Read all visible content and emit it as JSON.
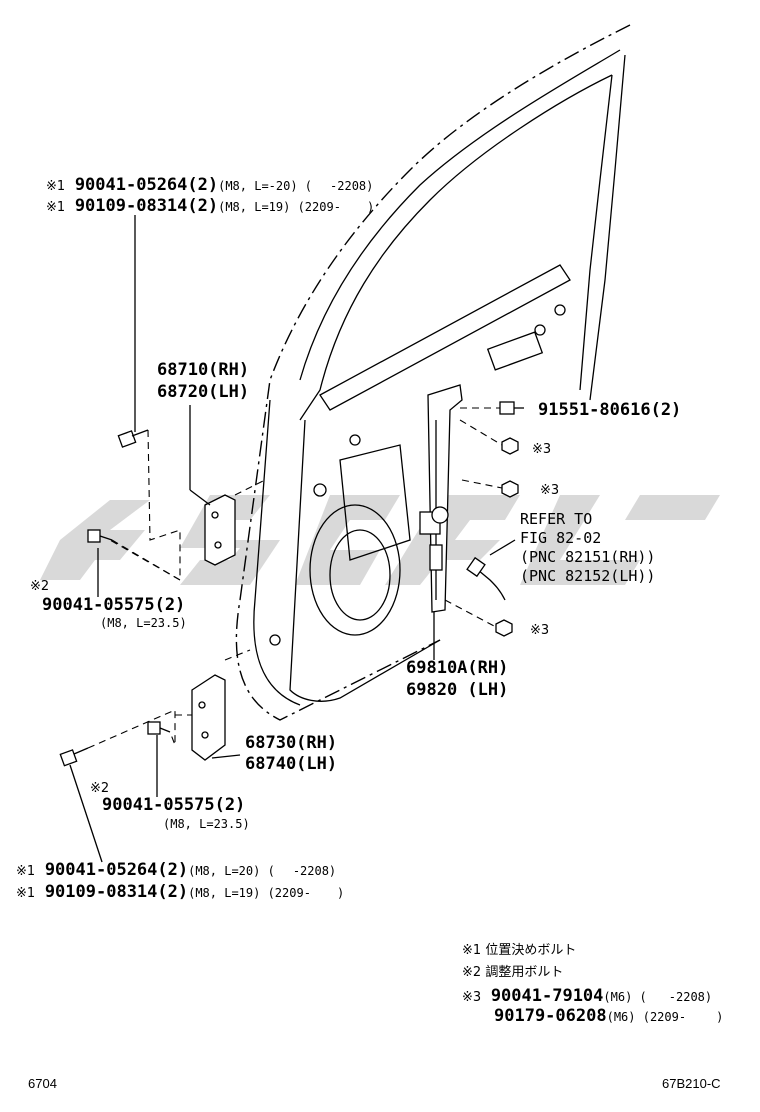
{
  "watermark": {
    "color": "#d9d9d9",
    "name": "watermark-logo"
  },
  "callouts": {
    "top_bolt_1": {
      "mark": "※1",
      "part": "90041-05264(2)",
      "spec": "(M8, L=-20) (",
      "range": "-2208)"
    },
    "top_bolt_2": {
      "mark": "※1",
      "part": "90109-08314(2)",
      "spec": "(M8, L=19) (2209-",
      "range": ")"
    },
    "upper_hinge": {
      "rh": "68710(RH)",
      "lh": "68720(LH)"
    },
    "adj_bolt_upper": {
      "mark": "※2",
      "part": "90041-05575(2)",
      "spec": "(M8, L=23.5)"
    },
    "window_bolt": {
      "part": "91551-80616(2)"
    },
    "nut_1": {
      "mark": "※3"
    },
    "nut_2": {
      "mark": "※3"
    },
    "nut_3": {
      "mark": "※3"
    },
    "refer": {
      "line1": "REFER TO",
      "line2": "FIG 82-02",
      "line3": "(PNC 82151(RH))",
      "line4": "(PNC 82152(LH))"
    },
    "regulator": {
      "rh": "69810A(RH)",
      "lh": "69820 (LH)"
    },
    "lower_hinge": {
      "rh": "68730(RH)",
      "lh": "68740(LH)"
    },
    "adj_bolt_lower": {
      "mark": "※2",
      "part": "90041-05575(2)",
      "spec": "(M8, L=23.5)"
    },
    "bottom_bolt_1": {
      "mark": "※1",
      "part": "90041-05264(2)",
      "spec": "(M8, L=20) (",
      "range": "-2208)"
    },
    "bottom_bolt_2": {
      "mark": "※1",
      "part": "90109-08314(2)",
      "spec": "(M8, L=19) (2209-",
      "range": ")"
    }
  },
  "legend": {
    "note1": {
      "mark": "※1",
      "text": "位置決めボルト"
    },
    "note2": {
      "mark": "※2",
      "text": "調整用ボルト"
    },
    "note3": {
      "mark": "※3",
      "part1": "90041-79104",
      "spec1": "(M6) (",
      "range1": "-2208)",
      "part2": "90179-06208",
      "spec2": "(M6) (2209-",
      "range2": ")"
    }
  },
  "footer": {
    "left": "6704",
    "right": "67B210-C"
  }
}
